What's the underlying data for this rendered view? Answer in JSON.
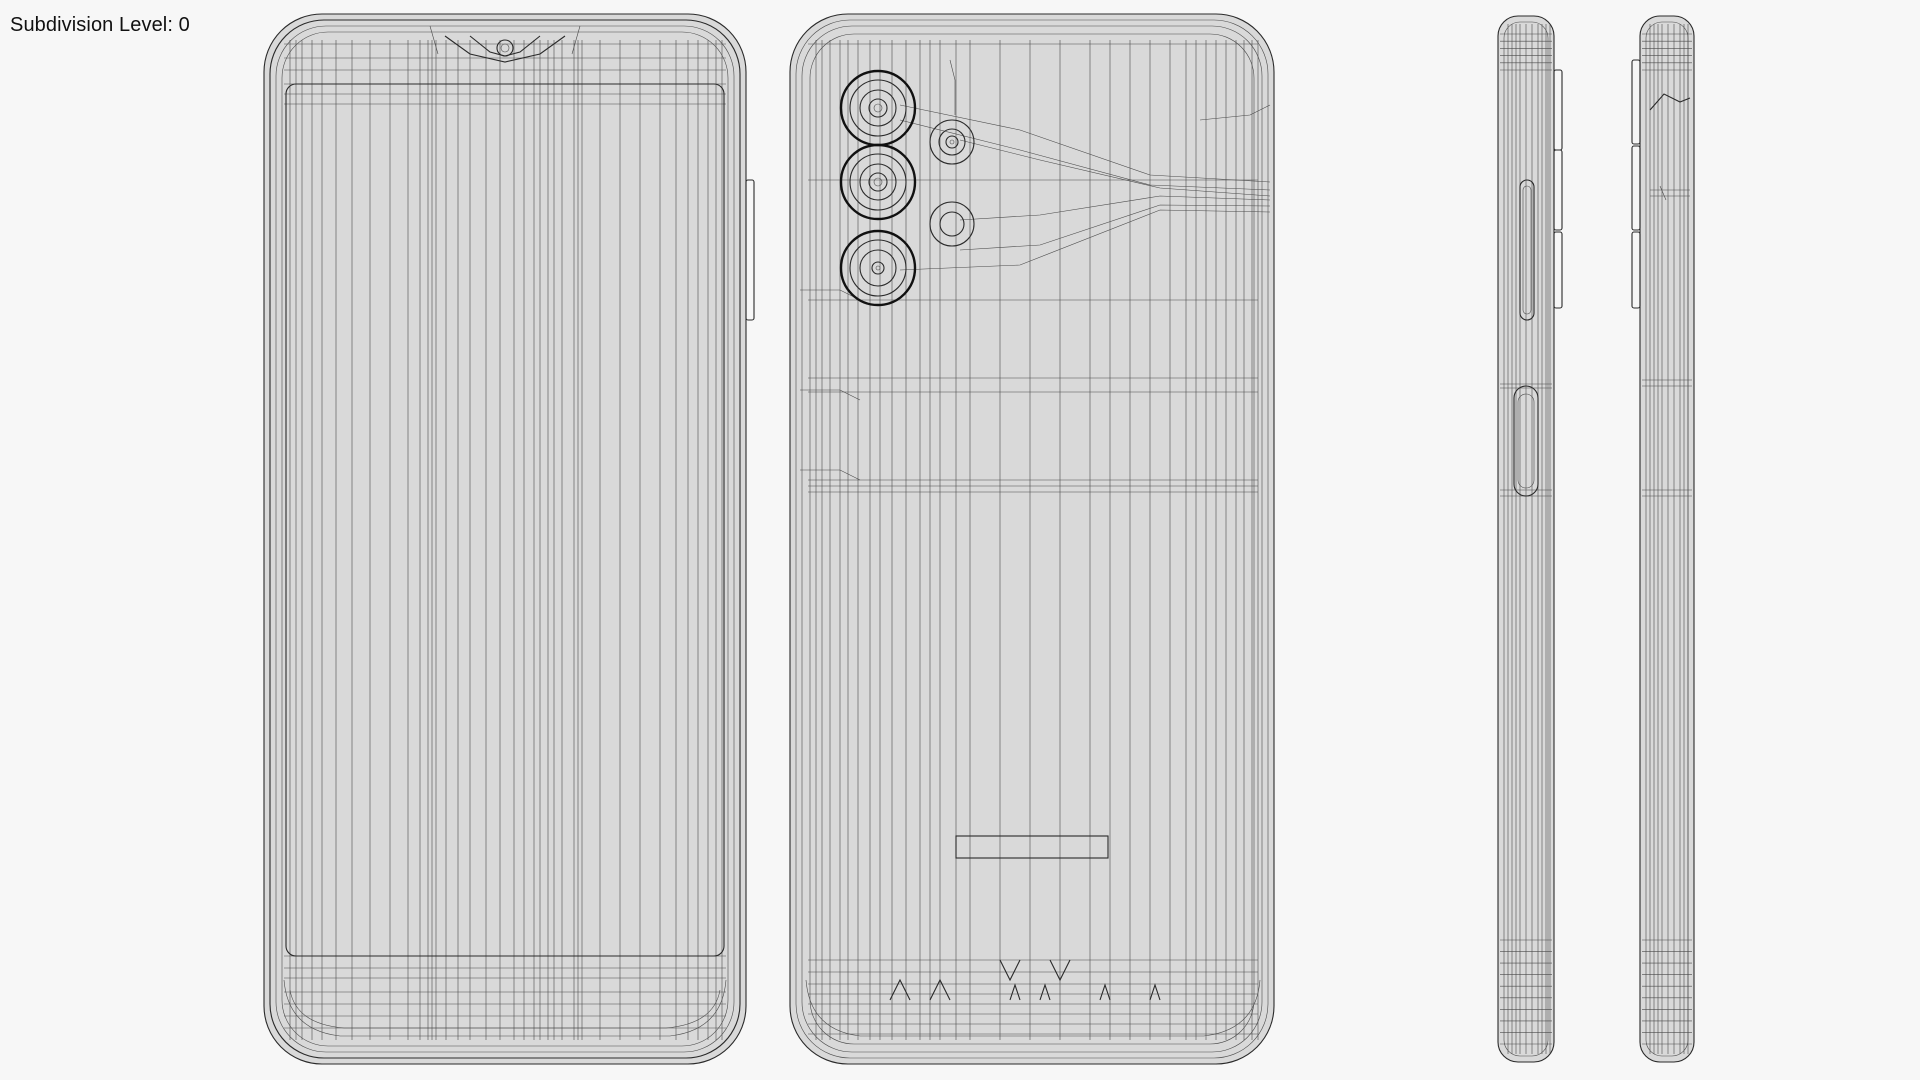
{
  "viewport": {
    "subdivision_label": "Subdivision Level: 0"
  },
  "scene": {
    "views": [
      {
        "id": "front",
        "icon": "phone-front-wireframe"
      },
      {
        "id": "back",
        "icon": "phone-back-wireframe"
      },
      {
        "id": "side-left",
        "icon": "phone-side-wireframe"
      },
      {
        "id": "side-right",
        "icon": "phone-side-wireframe"
      }
    ],
    "colors": {
      "background": "#f7f7f7",
      "surface": "#d9d9d9",
      "wire": "#3a3a3a"
    }
  }
}
